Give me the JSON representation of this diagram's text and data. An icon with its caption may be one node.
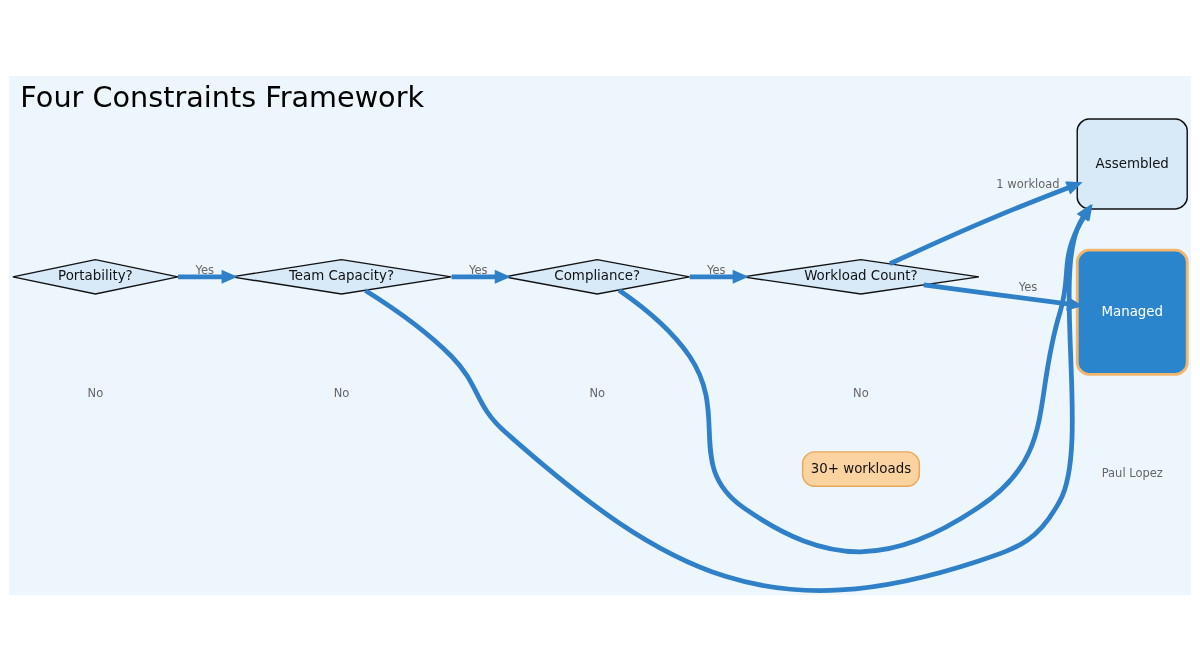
{
  "diagram": {
    "title": "Four Constraints Framework",
    "nodes": [
      {
        "text": [
          "Portability?"
        ]
      },
      {
        "text": [
          "Team Capacity?"
        ]
      },
      {
        "text": [
          "Compliance?"
        ]
      },
      {
        "text": [
          "Workload Count?"
        ]
      },
      {
        "text": [
          "Assembled"
        ]
      },
      {
        "text": [
          "Managed"
        ]
      },
      {
        "text": [
          "30+ workloads"
        ]
      }
    ],
    "edges": [
      {
        "from": 0,
        "to": 1,
        "arrow": "to",
        "label": "Yes"
      },
      {
        "from": 1,
        "to": 2,
        "arrow": "to",
        "label": "Yes"
      },
      {
        "from": 2,
        "to": 3,
        "arrow": "to",
        "label": "Yes"
      },
      {
        "from": 3,
        "to": 5,
        "arrow": "to",
        "label": "Yes"
      },
      {
        "from": 1,
        "to": 4,
        "arrow": "to"
      },
      {
        "from": 2,
        "to": 4,
        "arrow": "to"
      },
      {
        "from": 3,
        "to": 4,
        "arrow": "to",
        "label": "1 workload"
      }
    ],
    "labels": [
      "No",
      "No",
      "No",
      "No",
      "Paul Lopez"
    ]
  }
}
